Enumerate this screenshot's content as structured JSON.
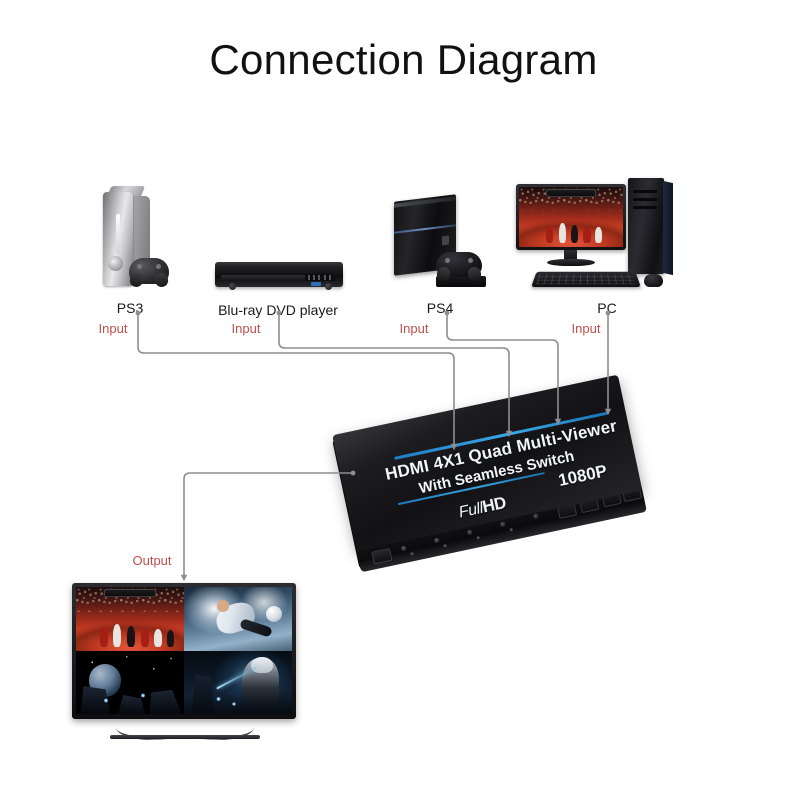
{
  "page": {
    "title": "Connection Diagram",
    "background_color": "#ffffff",
    "accent_red": "#c0504d",
    "accent_blue": "#2d92d6",
    "wire_color": "#8d8d92"
  },
  "sources": [
    {
      "id": "ps3",
      "label": "PS3",
      "io_label": "Input"
    },
    {
      "id": "bluray",
      "label": "Blu-ray DVD player",
      "io_label": "Input"
    },
    {
      "id": "ps4",
      "label": "PS4",
      "io_label": "Input"
    },
    {
      "id": "pc",
      "label": "PC",
      "io_label": "Input"
    }
  ],
  "output": {
    "io_label": "Output",
    "target": "TV"
  },
  "device": {
    "line1": "HDMI 4X1 Quad Multi-Viewer",
    "line2": "With Seamless Switch",
    "resolution": "1080P",
    "hd_logo_prefix": "Full",
    "hd_logo_suffix": "HD",
    "body_color": "#131316",
    "stripe_color": "#2d92d6"
  },
  "tv_quad": [
    {
      "id": "q1",
      "scene": "basketball"
    },
    {
      "id": "q2",
      "scene": "soccer"
    },
    {
      "id": "q3",
      "scene": "space"
    },
    {
      "id": "q4",
      "scene": "fantasy"
    }
  ]
}
